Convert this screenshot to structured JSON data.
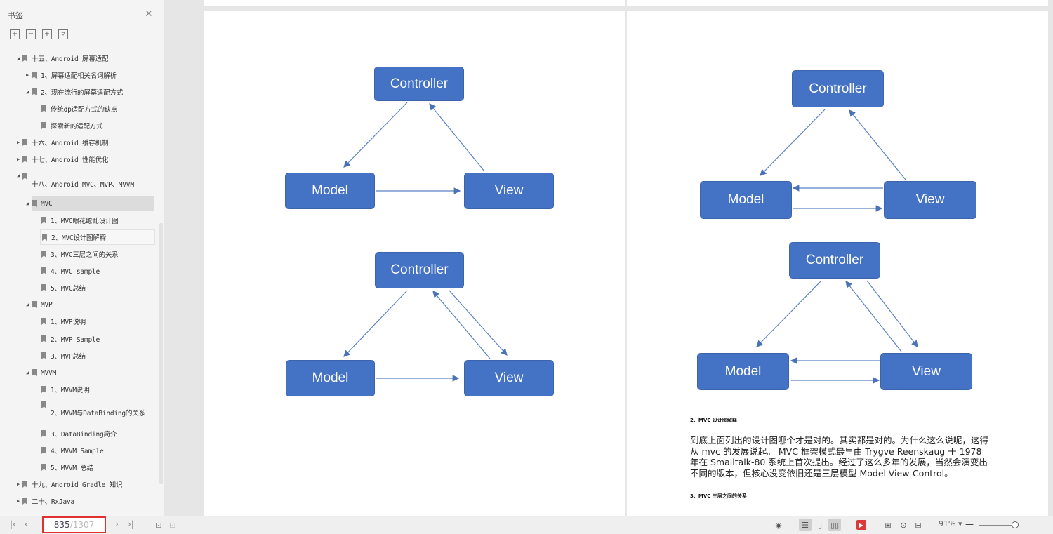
{
  "sidebar": {
    "title": "书签",
    "items": [
      {
        "label": "十五、Android 屏幕适配",
        "expanded": true
      },
      {
        "label": "1、屏幕适配相关名词解析",
        "expanded": false
      },
      {
        "label": "2、现在流行的屏幕适配方式",
        "expanded": true
      },
      {
        "label": "传统dp适配方式的缺点"
      },
      {
        "label": "探索新的适配方式"
      },
      {
        "label": "十六、Android 缓存机制",
        "expanded": false
      },
      {
        "label": "十七、Android 性能优化",
        "expanded": false
      },
      {
        "label": "十八、Android MVC、MVP、MVVM",
        "expanded": true
      },
      {
        "label": "MVC",
        "expanded": true,
        "selected": true
      },
      {
        "label": "1、MVC眼花缭乱设计图"
      },
      {
        "label": "2、MVC设计图解释"
      },
      {
        "label": "3、MVC三层之间的关系"
      },
      {
        "label": "4、MVC sample"
      },
      {
        "label": "5、MVC总结"
      },
      {
        "label": "MVP",
        "expanded": true
      },
      {
        "label": "1、MVP说明"
      },
      {
        "label": "2、MVP Sample"
      },
      {
        "label": "3、MVP总结"
      },
      {
        "label": "MVVM",
        "expanded": true
      },
      {
        "label": "1、MVVM说明"
      },
      {
        "label": "2、MVVM与DataBinding的关系"
      },
      {
        "label": "3、DataBinding简介"
      },
      {
        "label": "4、MVVM Sample"
      },
      {
        "label": "5、MVVM 总结"
      },
      {
        "label": "十九、Android Gradle 知识",
        "expanded": false
      },
      {
        "label": "二十、RxJava",
        "expanded": false
      }
    ]
  },
  "diagram": {
    "controller": "Controller",
    "model": "Model",
    "view": "View",
    "box_color": "#4472c4"
  },
  "right_page": {
    "heading1": "2、MVC 设计图解释",
    "paragraph": "到底上面列出的设计图哪个才是对的。其实都是对的。为什么这么说呢，这得从 mvc 的发展说起。 MVC 框架模式最早由 Trygve Reenskaug 于 1978 年在 Smalltalk-80 系统上首次提出。经过了这么多年的发展，当然会演变出不同的版本，但核心没变依旧还是三层模型 Model-View-Control。",
    "heading2": "3、MVC 三层之间的关系"
  },
  "bottombar": {
    "current_page": "835",
    "total_pages": "/1307",
    "zoom": "91%",
    "zoom_fraction": 0.91
  }
}
